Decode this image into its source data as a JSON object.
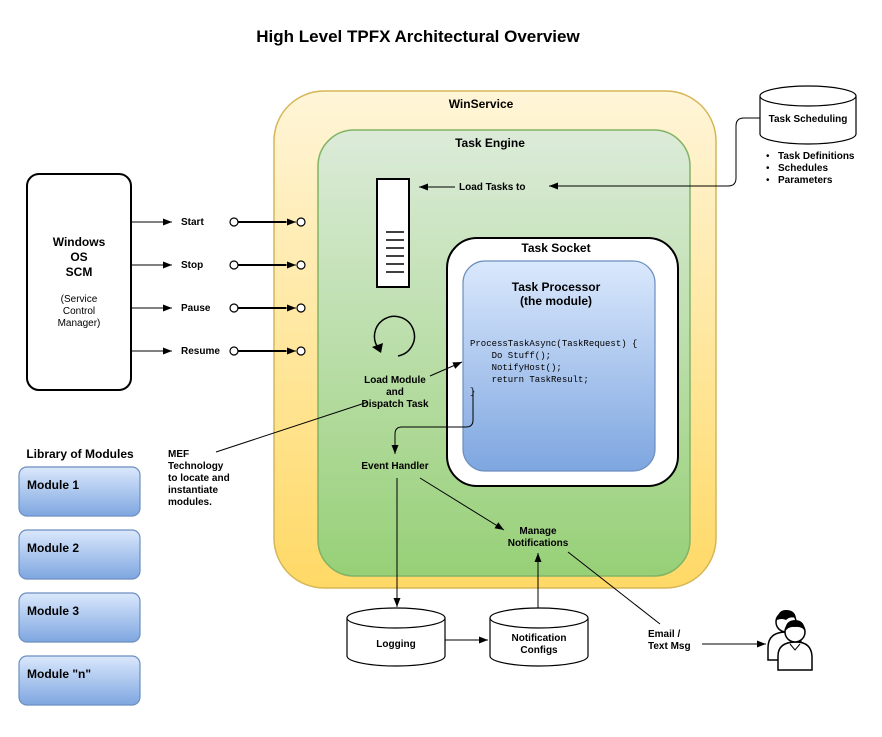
{
  "title": "High Level TPFX Architectural Overview",
  "containers": {
    "winservice": "WinService",
    "task_engine": "Task Engine",
    "task_socket": "Task Socket"
  },
  "task_processor": {
    "title_line1": "Task Processor",
    "title_line2": "(the module)",
    "code": [
      "ProcessTaskAsync(TaskRequest) {",
      "    Do Stuff();",
      "    NotifyHost();",
      "    return TaskResult;",
      "}"
    ]
  },
  "scm": {
    "line1": "Windows",
    "line2": "OS",
    "line3": "SCM",
    "sub1": "(Service",
    "sub2": "Control",
    "sub3": "Manager)"
  },
  "commands": [
    "Start",
    "Stop",
    "Pause",
    "Resume"
  ],
  "load_tasks_label": "Load Tasks to",
  "task_scheduling": {
    "label": "Task Scheduling",
    "items": [
      "Task Definitions",
      "Schedules",
      "Parameters"
    ]
  },
  "load_module": {
    "line1": "Load Module",
    "line2": "and",
    "line3": "Dispatch Task"
  },
  "event_handler": "Event Handler",
  "manage_notifications": {
    "line1": "Manage",
    "line2": "Notifications"
  },
  "library": {
    "title": "Library of Modules",
    "modules": [
      "Module 1",
      "Module 2",
      "Module 3",
      "Module \"n\""
    ]
  },
  "mef_note": [
    "MEF",
    "Technology",
    "to locate and",
    "instantiate",
    "modules."
  ],
  "logging": "Logging",
  "notification_configs": {
    "line1": "Notification",
    "line2": "Configs"
  },
  "email_label": {
    "line1": "Email /",
    "line2": "Text Msg"
  },
  "colors": {
    "winservice_fill": "#fff2cc",
    "winservice_border": "#d6b656",
    "task_engine_fill": "#d5e8d4",
    "task_engine_border": "#82b366",
    "module_fill": "#dae8fc",
    "module_border": "#6c8ebf"
  }
}
